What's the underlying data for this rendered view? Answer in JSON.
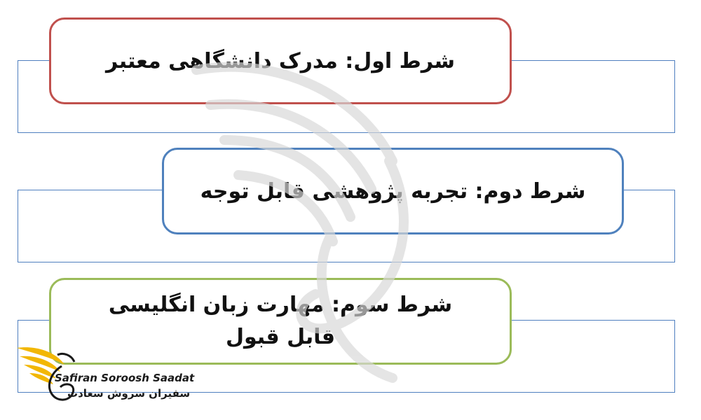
{
  "conditions": [
    {
      "text": "شرط اول: مدرک دانشگاهی معتبر",
      "color": "#c0504d"
    },
    {
      "text": "شرط دوم: تجربه پژوهشی قابل توجه",
      "color": "#4f81bd"
    },
    {
      "text": "شرط سوم: مهارت زبان انگلیسی قابل قبول",
      "color": "#9bbb59"
    }
  ],
  "logo": {
    "name_en": "Safiran Soroosh Saadat",
    "name_fa": "سفیران سروش سعادت",
    "icon": "wing-icon",
    "accent_color": "#f2b705"
  },
  "watermark": {
    "icon": "wing-icon"
  }
}
